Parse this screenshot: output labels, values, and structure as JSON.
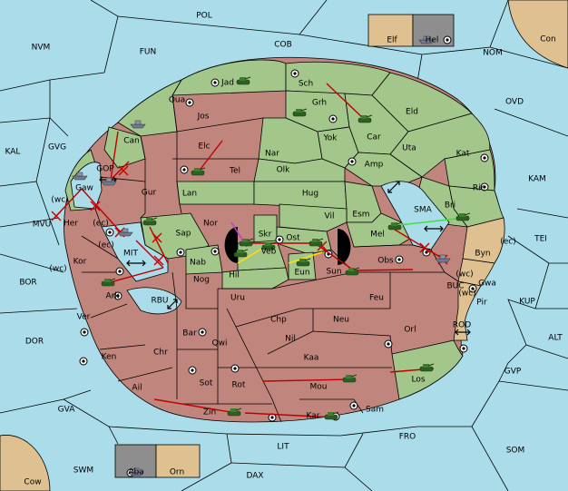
{
  "colors": {
    "sea": "#aadcea",
    "land": "#c0857c",
    "green": "#a3c68a",
    "tan": "#dfc191",
    "grey": "#8e8e8e",
    "border": "#000000",
    "order": "#c00000",
    "support": "#ffe000",
    "convoy": "#c040c0",
    "support2": "#40e040"
  },
  "labels": {
    "POL": "POL",
    "COB": "COB",
    "FUN": "FUN",
    "NVM": "NVM",
    "NOM": "NOM",
    "Con": "Con",
    "Elf": "Elf",
    "Hel": "Hel",
    "OVD": "OVD",
    "KAL": "KAL",
    "GVG": "GVG",
    "KAM": "KAM",
    "MVU": "MVU",
    "TEI": "TEI",
    "BOR": "BOR",
    "KUP": "KUP",
    "DOR": "DOR",
    "ALT": "ALT",
    "GVP": "GVP",
    "GVA": "GVA",
    "FRO": "FRO",
    "SOM": "SOM",
    "SWM": "SWM",
    "LIT": "LIT",
    "DAX": "DAX",
    "Cow": "Cow",
    "Aba": "Aba",
    "Orn": "Orn",
    "Jad": "Jad",
    "Sch": "Sch",
    "Qua": "Qua",
    "Grh": "Grh",
    "Jos": "Jos",
    "Eld": "Eld",
    "Can": "Can",
    "Car": "Car",
    "Yok": "Yok",
    "Nar": "Nar",
    "Elc": "Elc",
    "Uta": "Uta",
    "Tel": "Tel",
    "Amp": "Amp",
    "Kat": "Kat",
    "GOP": "GOP",
    "Olk": "Olk",
    "Gaw": "Gaw",
    "Gur": "Gur",
    "Lan": "Lan",
    "Hug": "Hug",
    "Rie": "Rie",
    "Bri": "Bri",
    "SMA": "SMA",
    "wc1": "(wc)",
    "Her": "Her",
    "ec1": "(ec)",
    "Esm": "Esm",
    "Vil": "Vil",
    "Nor": "Nor",
    "Skr": "Skr",
    "Ost": "Ost",
    "Mel": "Mel",
    "Sap": "Sap",
    "ec2": "(ec)",
    "Byn": "Byn",
    "ec3": "(ec)",
    "MIT": "MIT",
    "Veb": "Veb",
    "wc2": "(wc)",
    "Kor": "Kor",
    "Nab": "Nab",
    "Hil": "Hil",
    "Eun": "Eun",
    "Sun": "Sun",
    "Obs": "Obs",
    "Gwa": "Gwa",
    "wc3": "(wc)",
    "Nog": "Nog",
    "BUC": "BUC",
    "Ark": "Ark",
    "RBU": "RBU",
    "Uru": "Uru",
    "Feu": "Feu",
    "Pir": "Pir",
    "wc4": "(wc)",
    "Chp": "Chp",
    "Neu": "Neu",
    "Ver": "Ver",
    "ROD": "ROD",
    "Bar": "Bar",
    "Orl": "Orl",
    "Qwi": "Qwi",
    "Nil": "Nil",
    "Chr": "Chr",
    "Ken": "Ken",
    "Kaa": "Kaa",
    "Ail": "Ail",
    "Sot": "Sot",
    "Rot": "Rot",
    "Mou": "Mou",
    "Los": "Los",
    "Zin": "Zin",
    "Kar": "Kar",
    "Sam": "Sam"
  }
}
